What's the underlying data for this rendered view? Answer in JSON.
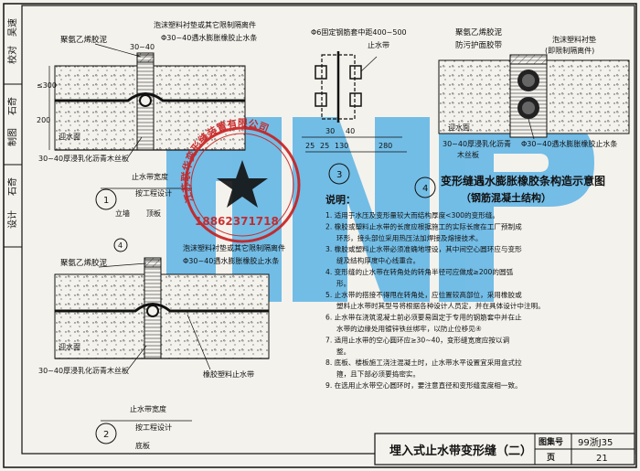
{
  "title_block": {
    "main_title": "埋入式止水带变形缝（二）",
    "atlas_label": "图集号",
    "atlas_no": "99浙J35",
    "page_label": "页",
    "page_no": "21"
  },
  "side_column": {
    "row1": "设计",
    "row1_name": "石奇",
    "row2": "制图",
    "row2_name": "石奇",
    "row3": "校对",
    "row3_name": "吴速"
  },
  "detail1": {
    "labels": [
      "聚氨乙烯胶泥",
      "30~40",
      "泡沫塑料衬垫或其它限制隔离件",
      "Φ30~40遇水膨胀橡胶止水条",
      "≤300",
      "200",
      "迎水面",
      "30~40厚浸乳化沥青木丝板",
      "止水带宽度",
      "按工程设计",
      "立墙",
      "顶板"
    ],
    "circle": "1"
  },
  "detail2": {
    "labels": [
      "聚氨乙烯胶泥",
      "泡沫塑料衬垫或其它限制隔离件",
      "Φ30~40遇水膨胀橡胶止水条",
      "迎水面",
      "30~40厚浸乳化沥青木丝板",
      "橡胶塑料止水带",
      "止水带宽度",
      "按工程设计",
      "底板"
    ],
    "circle": "2",
    "mini_circle": "4"
  },
  "detail3": {
    "labels": [
      "Φ6固定钢筋套中距400~500",
      "止水带",
      "30",
      "40",
      "25",
      "25",
      "130",
      "280"
    ],
    "circle": "3"
  },
  "detail4": {
    "labels": [
      "聚氨乙烯胶泥",
      "防污护面胶带",
      "泡沫塑料衬垫",
      "(即限制隔离件)",
      "迎水面",
      "30~40厚浸乳化沥青",
      "木丝板",
      "Φ30~40遇水膨胀橡胶止水条"
    ],
    "circle": "4",
    "caption1": "变形缝遇水膨胀橡胶条构造示意图",
    "caption2": "（钢筋混凝土结构）"
  },
  "notes": {
    "heading": "说明：",
    "items": [
      "1. 适用于水压及变形量较大而结构厚度<300的变形缝。",
      "2. 橡胶或塑料止水带的长度应根据施工的实际长度在工厂预制成环形，接头部位采用热压法加焊接及熔接技术。",
      "3. 橡胶或塑料止水带必须准确地埋设，其中间空心圆环应与变形缝及结构厚度中心线重合。",
      "4. 变形缝的止水带在转角处的转角半径可应做成≥200的圆弧形。",
      "5. 止水带的搭接不得甩在转角处，应位置较高部位，采用橡胶或塑料止水带时其型号将根据各种设计人员定，并在具体设计中注明。",
      "6. 止水带在浇筑混凝土前必须要易固定于专用的钢筋套中并在止水带的边缘处用镀锌铁丝绑牢，以防止位移见④",
      "7. 适用止水带的空心圆环应≥30~40，变形缝宽度应按以调整。",
      "8. 底板、楼板施工浇注混凝土时，止水带水平设置宜采用盒式拉箍，且下部必须要捣密实。",
      "9. 在选用止水带空心圆环时，要注意直径和变形缝宽度相一致。"
    ]
  },
  "stamp": {
    "ring_text": "江苏联华变形缝装置有限公司",
    "phone": "18862371718"
  },
  "watermark": "m"
}
